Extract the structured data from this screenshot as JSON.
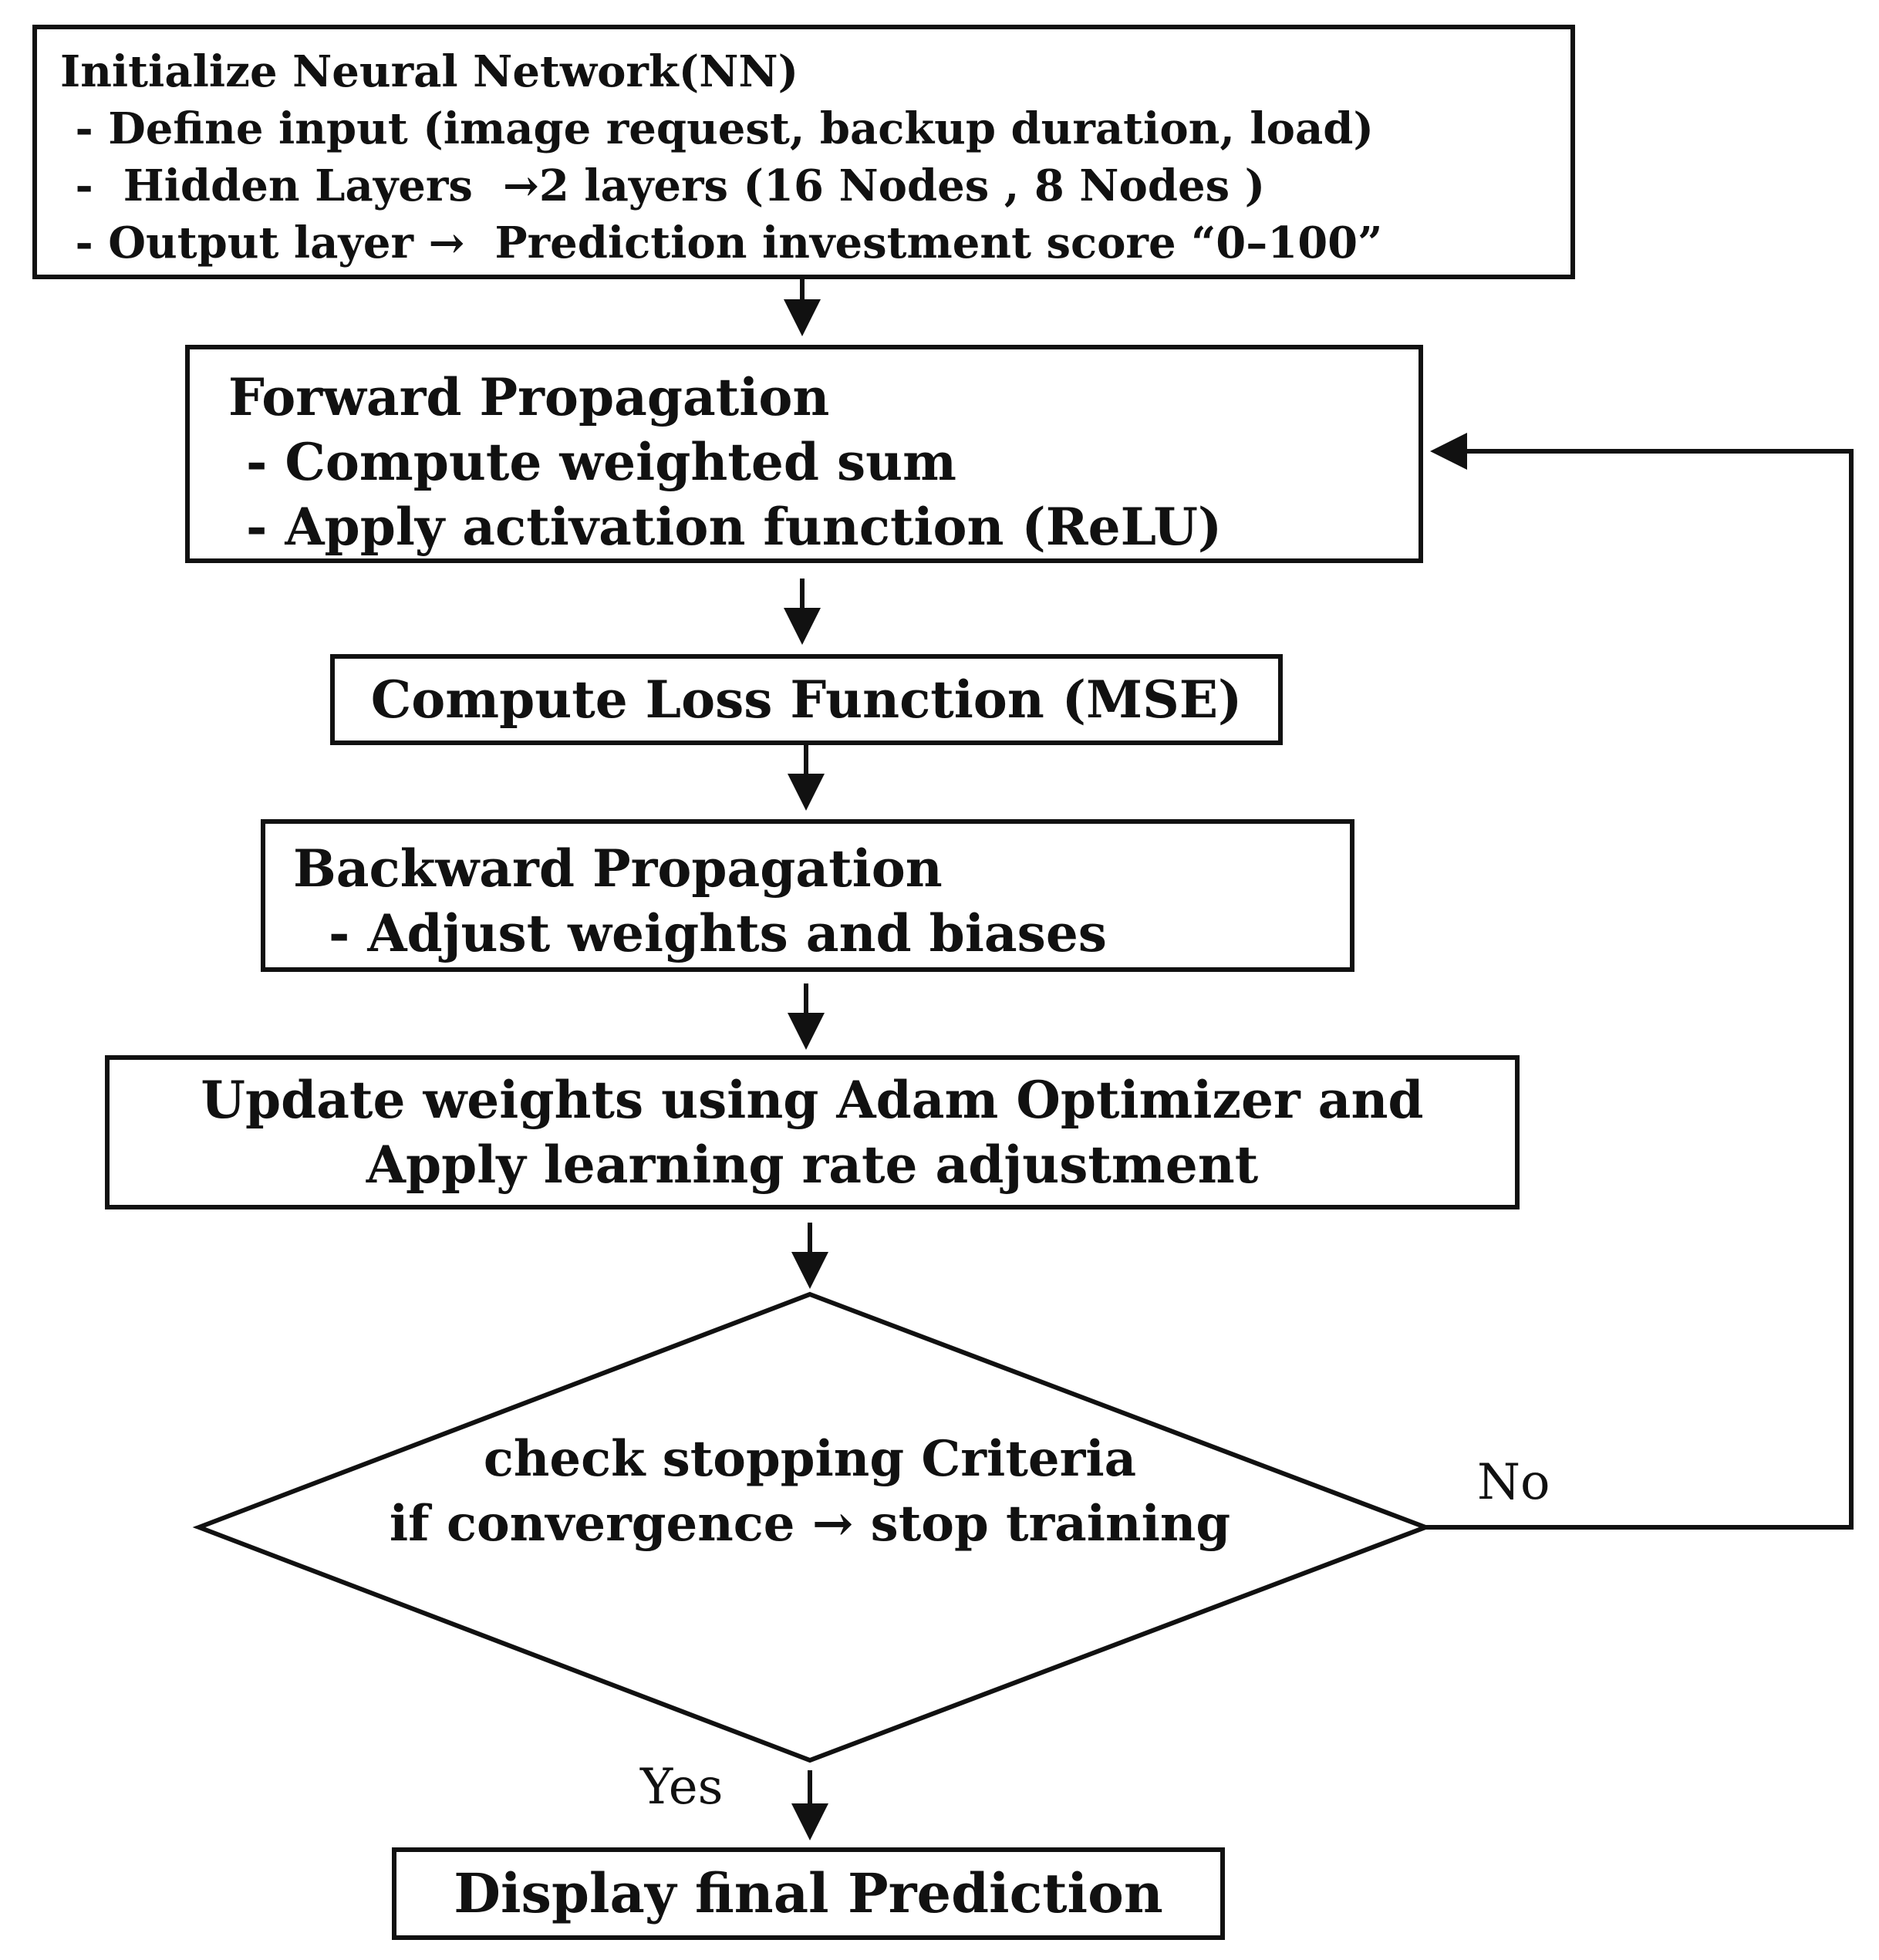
{
  "nodes": {
    "init": {
      "lines": [
        "Initialize Neural Network(NN)",
        " - Define input (image request, backup duration, load)",
        " -  Hidden Layers  →2 layers (16 Nodes , 8 Nodes )",
        " - Output layer →  Prediction investment score “0–100”"
      ]
    },
    "forward": {
      "lines": [
        "Forward Propagation",
        " - Compute weighted sum",
        " - Apply activation function (ReLU)"
      ]
    },
    "loss": {
      "lines": [
        "Compute Loss Function (MSE)"
      ]
    },
    "backward": {
      "lines": [
        "Backward Propagation",
        "  - Adjust weights and biases"
      ]
    },
    "update": {
      "lines": [
        "Update weights using Adam Optimizer and",
        "Apply learning rate adjustment"
      ]
    },
    "check": {
      "lines": [
        "check stopping Criteria",
        "if convergence → stop training"
      ]
    },
    "display": {
      "lines": [
        "Display final Prediction"
      ]
    }
  },
  "edges": {
    "no_label": "No",
    "yes_label": "Yes"
  },
  "colors": {
    "stroke": "#111111",
    "background": "#ffffff"
  }
}
